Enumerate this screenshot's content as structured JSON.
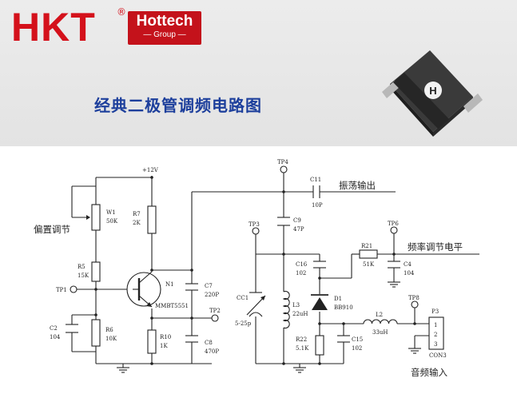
{
  "brand": {
    "logo_text": "HKT",
    "reg_mark": "®",
    "name": "Hottech",
    "group": "— Group —",
    "red": "#d4111b"
  },
  "title": "经典二极管调频电路图",
  "chip_mark": "H",
  "labels": {
    "supply": "+12V",
    "tp4": "TP4",
    "tp3": "TP3",
    "tp6": "TP6",
    "tp8": "TP8",
    "tp1": "TP1",
    "tp2": "TP2",
    "w1": "W1",
    "w1v": "50K",
    "r7": "R7",
    "r7v": "2K",
    "r5": "R5",
    "r5v": "15K",
    "n1": "N1",
    "n1v": "MMBT5551",
    "c7": "C7",
    "c7v": "220P",
    "c2": "C2",
    "c2v": "104",
    "r6": "R6",
    "r6v": "10K",
    "r10": "R10",
    "r10v": "1K",
    "c8": "C8",
    "c8v": "470P",
    "c11": "C11",
    "c11v": "10P",
    "c9": "C9",
    "c9v": "47P",
    "c16": "C16",
    "c16v": "102",
    "r21": "R21",
    "r21v": "51K",
    "c4": "C4",
    "c4v": "104",
    "cc1": "CC1",
    "cc1v": "5-25p",
    "l3": "L3",
    "l3v": "22uH",
    "d1": "D1",
    "d1v": "BB910",
    "l2": "L2",
    "l2v": "33uH",
    "r22": "R22",
    "r22v": "5.1K",
    "c15": "C15",
    "c15v": "102",
    "p3": "P3",
    "p3_pins": [
      "1",
      "2",
      "3"
    ],
    "con3": "CON3",
    "bias_adj": "偏置调节",
    "osc_out": "振荡输出",
    "freq_adj": "频率调节电平",
    "audio_in": "音频输入"
  }
}
